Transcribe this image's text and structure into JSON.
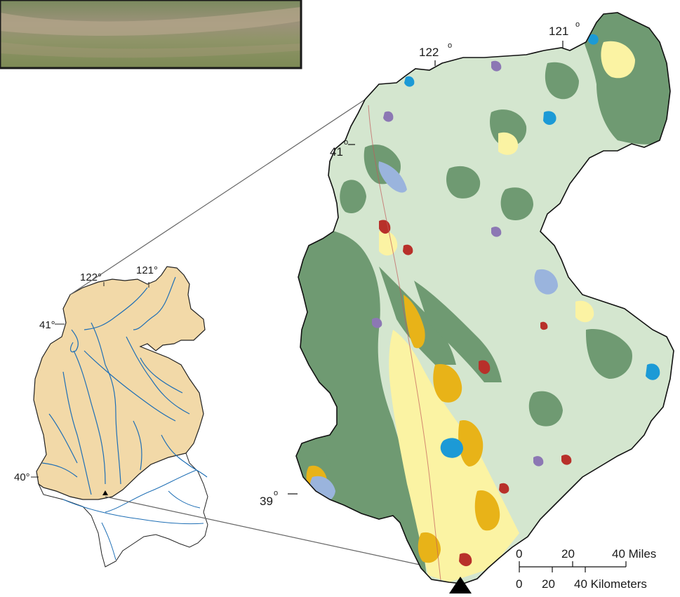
{
  "inset_map": {
    "labels": {
      "lon_122": "122°",
      "lon_121": "121°",
      "lat_41": "41°",
      "lat_40": "40°"
    }
  },
  "main_map": {
    "labels": {
      "lon_122": "122",
      "lon_121": "121",
      "lat_41": "41",
      "lat_39": "39",
      "degree": "o"
    }
  },
  "scale_bar": {
    "miles_ticks": [
      "0",
      "20",
      "40 Miles"
    ],
    "km_ticks": [
      "0",
      "20",
      "40 Kilometers"
    ]
  },
  "colors": {
    "basin_fill": "#f2d9a8",
    "stream": "#1f6fb5",
    "forest": "#6f9a72",
    "rangeland": "#d4e6cf",
    "agriculture": "#fbf3a3",
    "orchards": "#e8b318",
    "urban": "#b8302a",
    "water": "#1c9ad6",
    "wetland": "#9ab4dd",
    "barren": "#8c78b4"
  }
}
